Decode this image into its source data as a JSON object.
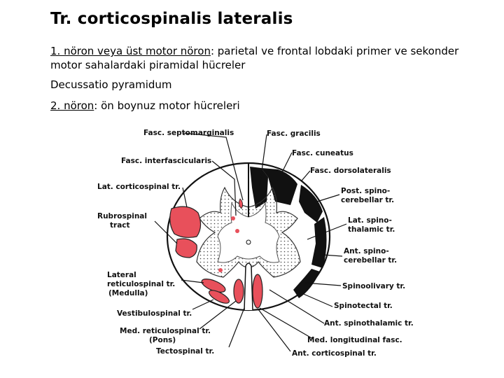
{
  "slide": {
    "title": "Tr. corticospinalis lateralis",
    "p1_term": "1. nöron veya üst motor nöron",
    "p1_rest": ": parietal ve frontal lobdaki primer ve sekonder motor sahalardaki piramidal hücreler",
    "p2": "Decussatio pyramidum",
    "p3_term": "2. nöron",
    "p3_rest": ": ön boynuz motor hücreleri"
  },
  "figure": {
    "accent_color": "#e8505b",
    "tract_color": "#111111",
    "labels": {
      "fasc_septomarginalis": "Fasc. septomarginalis",
      "fasc_gracilis": "Fasc. gracilis",
      "fasc_cuneatus": "Fasc. cuneatus",
      "fasc_interfascicularis": "Fasc. interfascicularis",
      "fasc_dorsolateralis": "Fasc. dorsolateralis",
      "lat_corticospinal": "Lat. corticospinal tr.",
      "post_spino_1": "Post. spino-",
      "post_spino_2": "cerebellar tr.",
      "rubrospinal_1": "Rubrospinal",
      "rubrospinal_2": "tract",
      "lat_spinothalamic_1": "Lat. spino-",
      "lat_spinothalamic_2": "thalamic tr.",
      "ant_spinocerebellar_1": "Ant. spino-",
      "ant_spinocerebellar_2": "cerebellar tr.",
      "lat_reticulospinal_1": "Lateral",
      "lat_reticulospinal_2": "reticulospinal tr.",
      "lat_reticulospinal_3": "(Medulla)",
      "spinoolivary": "Spinoolivary tr.",
      "vestibulospinal": "Vestibulospinal tr.",
      "spinotectal": "Spinotectal tr.",
      "med_reticulospinal_1": "Med. reticulospinal tr.",
      "med_reticulospinal_2": "(Pons)",
      "ant_spinothalamic": "Ant. spinothalamic tr.",
      "med_longitudinal": "Med. longitudinal fasc.",
      "tectospinal": "Tectospinal tr.",
      "ant_corticospinal": "Ant. corticospinal tr."
    }
  }
}
